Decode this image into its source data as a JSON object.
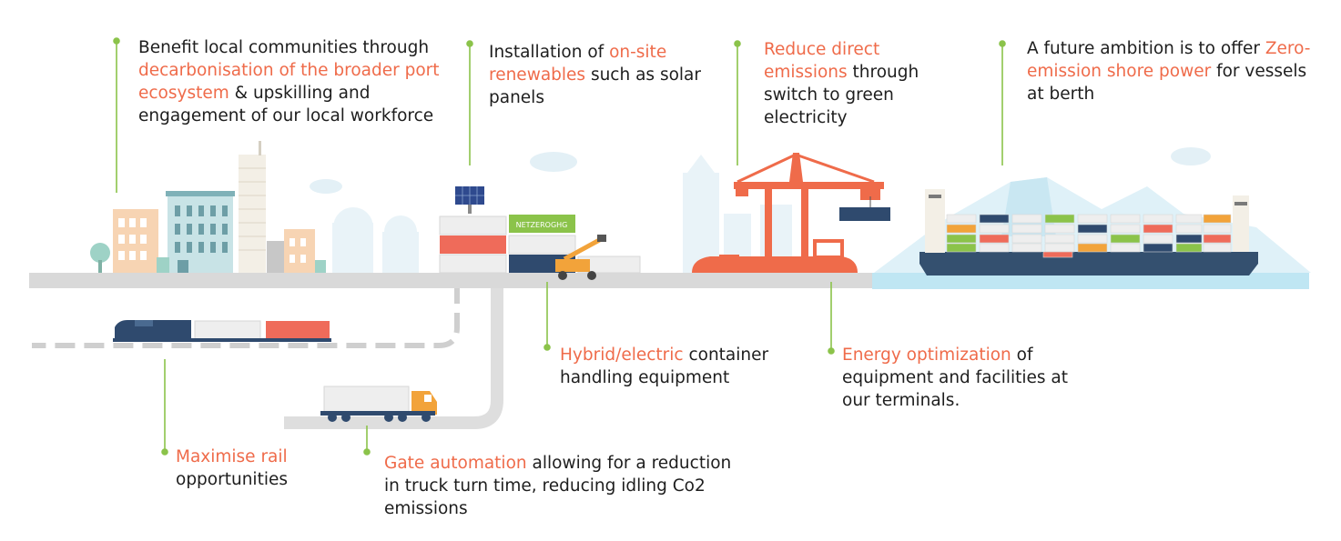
{
  "colors": {
    "highlight": "#ef6b4a",
    "body_text": "#1e1e1e",
    "callout_line": "#8bc34a",
    "ground": "#d9d9d9",
    "road": "#dedede",
    "water": "#bfe6f3",
    "ship_hull": "#34506f",
    "crane": "#ef6b4a",
    "container_green": "#8bc34a",
    "container_red": "#ef6b5a",
    "container_navy": "#2f4a6e",
    "container_white": "#eeeeee",
    "container_orange": "#f2a33a"
  },
  "callouts": {
    "communities": {
      "before": "Benefit local communities  through ",
      "highlight": "decarbonisation of the broader port ecosystem",
      "after": " & upskilling and engagement of our local workforce"
    },
    "renewables": {
      "before": "Installation of ",
      "highlight": "on-site renewables",
      "after": " such as solar panels"
    },
    "emissions": {
      "before": "",
      "highlight": "Reduce direct emissions",
      "after": "  through switch to green electricity"
    },
    "shore_power": {
      "before": "A future ambition is to offer ",
      "highlight": "Zero-emission shore power",
      "after": "  for vessels at berth"
    },
    "hybrid": {
      "before": "",
      "highlight": "Hybrid/electric",
      "after": " container handling equipment"
    },
    "energy": {
      "before": "",
      "highlight": "Energy optimization",
      "after": " of equipment and facilities at our terminals."
    },
    "rail": {
      "before": "",
      "highlight": "Maximise rail",
      "after": " opportunities"
    },
    "gate": {
      "before": "",
      "highlight": "Gate automation",
      "after": " allowing for a reduction in truck turn time, reducing idling Co2 emissions"
    }
  },
  "container_label": "NETZEROGHG"
}
